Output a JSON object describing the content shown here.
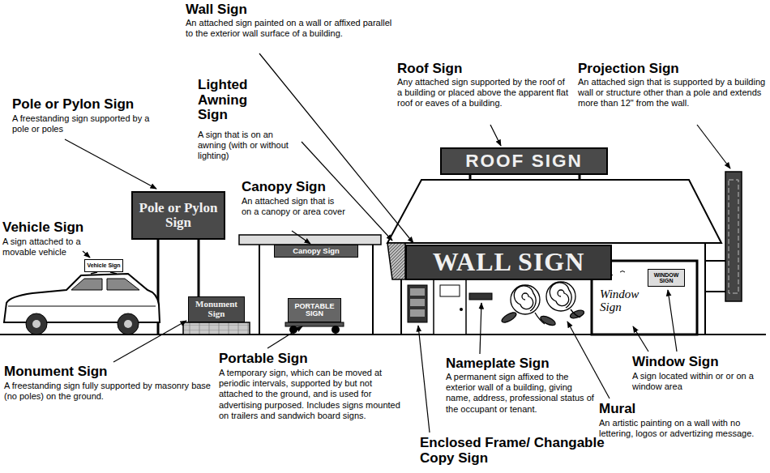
{
  "diagram": {
    "nodes": [
      {
        "text": [
          "ROOF SIGN"
        ]
      },
      {
        "text": [
          "WALL SIGN"
        ]
      },
      {
        "text": [
          "Pole or Pylon Sign"
        ]
      },
      {
        "text": [
          "Canopy Sign"
        ]
      },
      {
        "text": [
          "Vehicle Sign"
        ]
      },
      {
        "text": [
          "Monument Sign"
        ]
      },
      {
        "text": [
          "PORTABLE SIGN"
        ]
      },
      {
        "text": [
          "Window Sign"
        ]
      },
      {
        "text": [
          "WINDOW SIGN"
        ],
        "in": 7
      }
    ],
    "labels": [
      "Wall Sign",
      "An attached sign painted on a wall or affixed parallel to the exterior wall surface of a building.",
      "Roof Sign",
      "Any attached sign supported by the roof of a building or placed above the apparent flat roof or eaves of a building.",
      "Projection Sign",
      "An attached sign that is supported by a building wall or structure other than a pole and extends more than 12\" from the wall.",
      "Lighted Awning Sign",
      "A sign that is on an awning (with or without lighting)",
      "Pole or Pylon Sign",
      "A freestanding sign supported by a pole or poles",
      "Canopy Sign",
      "An attached sign that is on a canopy or area cover",
      "Vehicle Sign",
      "A sign attached to a movable vehicle",
      "Monument Sign",
      "A freestanding sign fully supported by masonry base (no poles) on the ground.",
      "Portable Sign",
      "A temporary sign, which can be moved at periodic intervals, supported by but not attached to the ground, and is used for advertising purposed. Includes signs mounted on trailers and sandwich board signs.",
      "Nameplate Sign",
      "A permanent sign affixed to the exterior wall of a building, giving name, address, professional status of the occupant or tenant.",
      "Mural",
      "An artistic painting on a wall with no lettering, logos or advertizing message.",
      "Window Sign",
      "A sign located within or or on a window area",
      "Enclosed Frame/ Changable Copy Sign"
    ]
  }
}
